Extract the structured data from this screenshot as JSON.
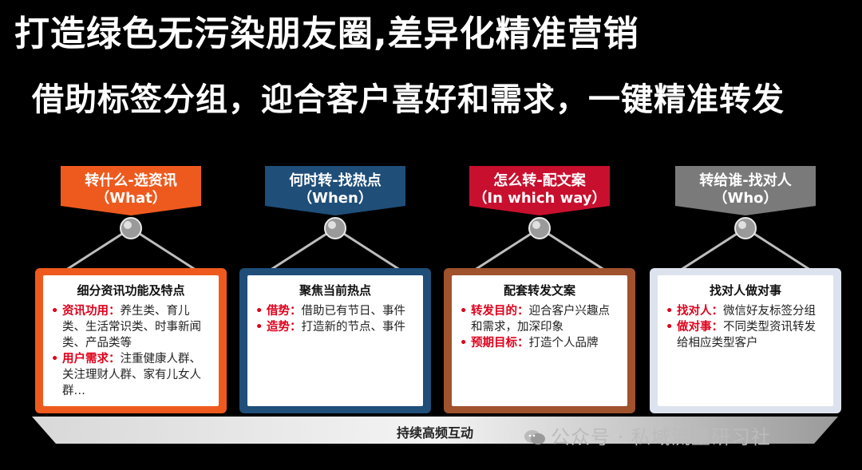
{
  "title": "打造绿色无污染朋友圈,差异化精准营销",
  "subtitle": "借助标签分组，迎合客户喜好和需求，一键精准转发",
  "columns": [
    {
      "banner_line1": "转什么-选资讯",
      "banner_line2": "（What）",
      "banner_color": "#ee5a1e",
      "card_color": "#ee5a1e",
      "card_title": "细分资讯功能及特点",
      "bullets": [
        {
          "key": "资讯功用：",
          "text": "养生类、育儿类、生活常识类、时事新闻类、产品类等"
        },
        {
          "key": "用户需求：",
          "text": "注重健康人群、关注理财人群、家有儿女人群…"
        }
      ]
    },
    {
      "banner_line1": "何时转-找热点",
      "banner_line2": "（When）",
      "banner_color": "#1f4e79",
      "card_color": "#1f4e79",
      "card_title": "聚焦当前热点",
      "bullets": [
        {
          "key": "借势：",
          "text": "借助已有节日、事件"
        },
        {
          "key": "造势：",
          "text": "打造新的节点、事件"
        }
      ]
    },
    {
      "banner_line1": "怎么转-配文案",
      "banner_line2": "（In which way）",
      "banner_color": "#c8102e",
      "card_color": "#a0522d",
      "card_title": "配套转发文案",
      "bullets": [
        {
          "key": "转发目的：",
          "text": "迎合客户兴趣点和需求，加深印象"
        },
        {
          "key": "预期目标：",
          "text": "打造个人品牌"
        }
      ]
    },
    {
      "banner_line1": "转给谁-找对人",
      "banner_line2": "（Who）",
      "banner_color": "#7a7a7a",
      "card_color": "#dde3ee",
      "card_title": "找对人做对事",
      "bullets": [
        {
          "key": "找对人：",
          "text": "微信好友标签分组"
        },
        {
          "key": "做对事：",
          "text": "不同类型资讯转发给相应类型客户"
        }
      ]
    }
  ],
  "base_label": "持续高频互动",
  "watermark": "公众号 · 私域流量研习社"
}
